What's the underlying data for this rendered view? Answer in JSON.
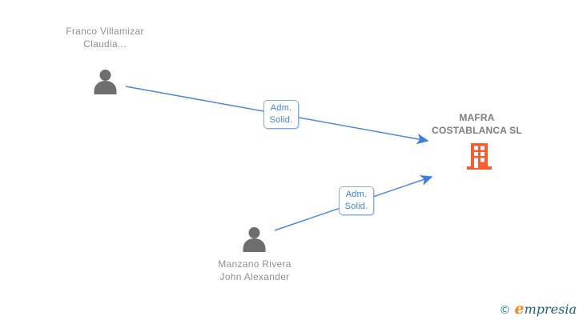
{
  "diagram": {
    "type": "corporate-relationship-graph",
    "nodes": {
      "person1": {
        "name": "Franco Villamizar Claudia...",
        "kind": "person"
      },
      "person2": {
        "name": "Manzano Rivera John Alexander",
        "kind": "person"
      },
      "company": {
        "name": "MAFRA COSTABLANCA SL",
        "kind": "company"
      }
    },
    "edges": [
      {
        "from": "person1",
        "to": "company",
        "label": "Adm. Solid."
      },
      {
        "from": "person2",
        "to": "company",
        "label": "Adm. Solid."
      }
    ],
    "colors": {
      "arrow": "#4e86e0",
      "arrowhead": "#3d7ce0",
      "edge_label_text": "#3f7fd6",
      "edge_label_border": "#84a9e6",
      "person_icon": "#6e6e6e",
      "building_icon": "#fb5d2e",
      "person_name_text": "#909090",
      "company_name_text": "#7d7d7d"
    }
  },
  "watermark": {
    "copyright_symbol": "©",
    "brand_initial": "e",
    "brand_rest": "mpresia"
  }
}
